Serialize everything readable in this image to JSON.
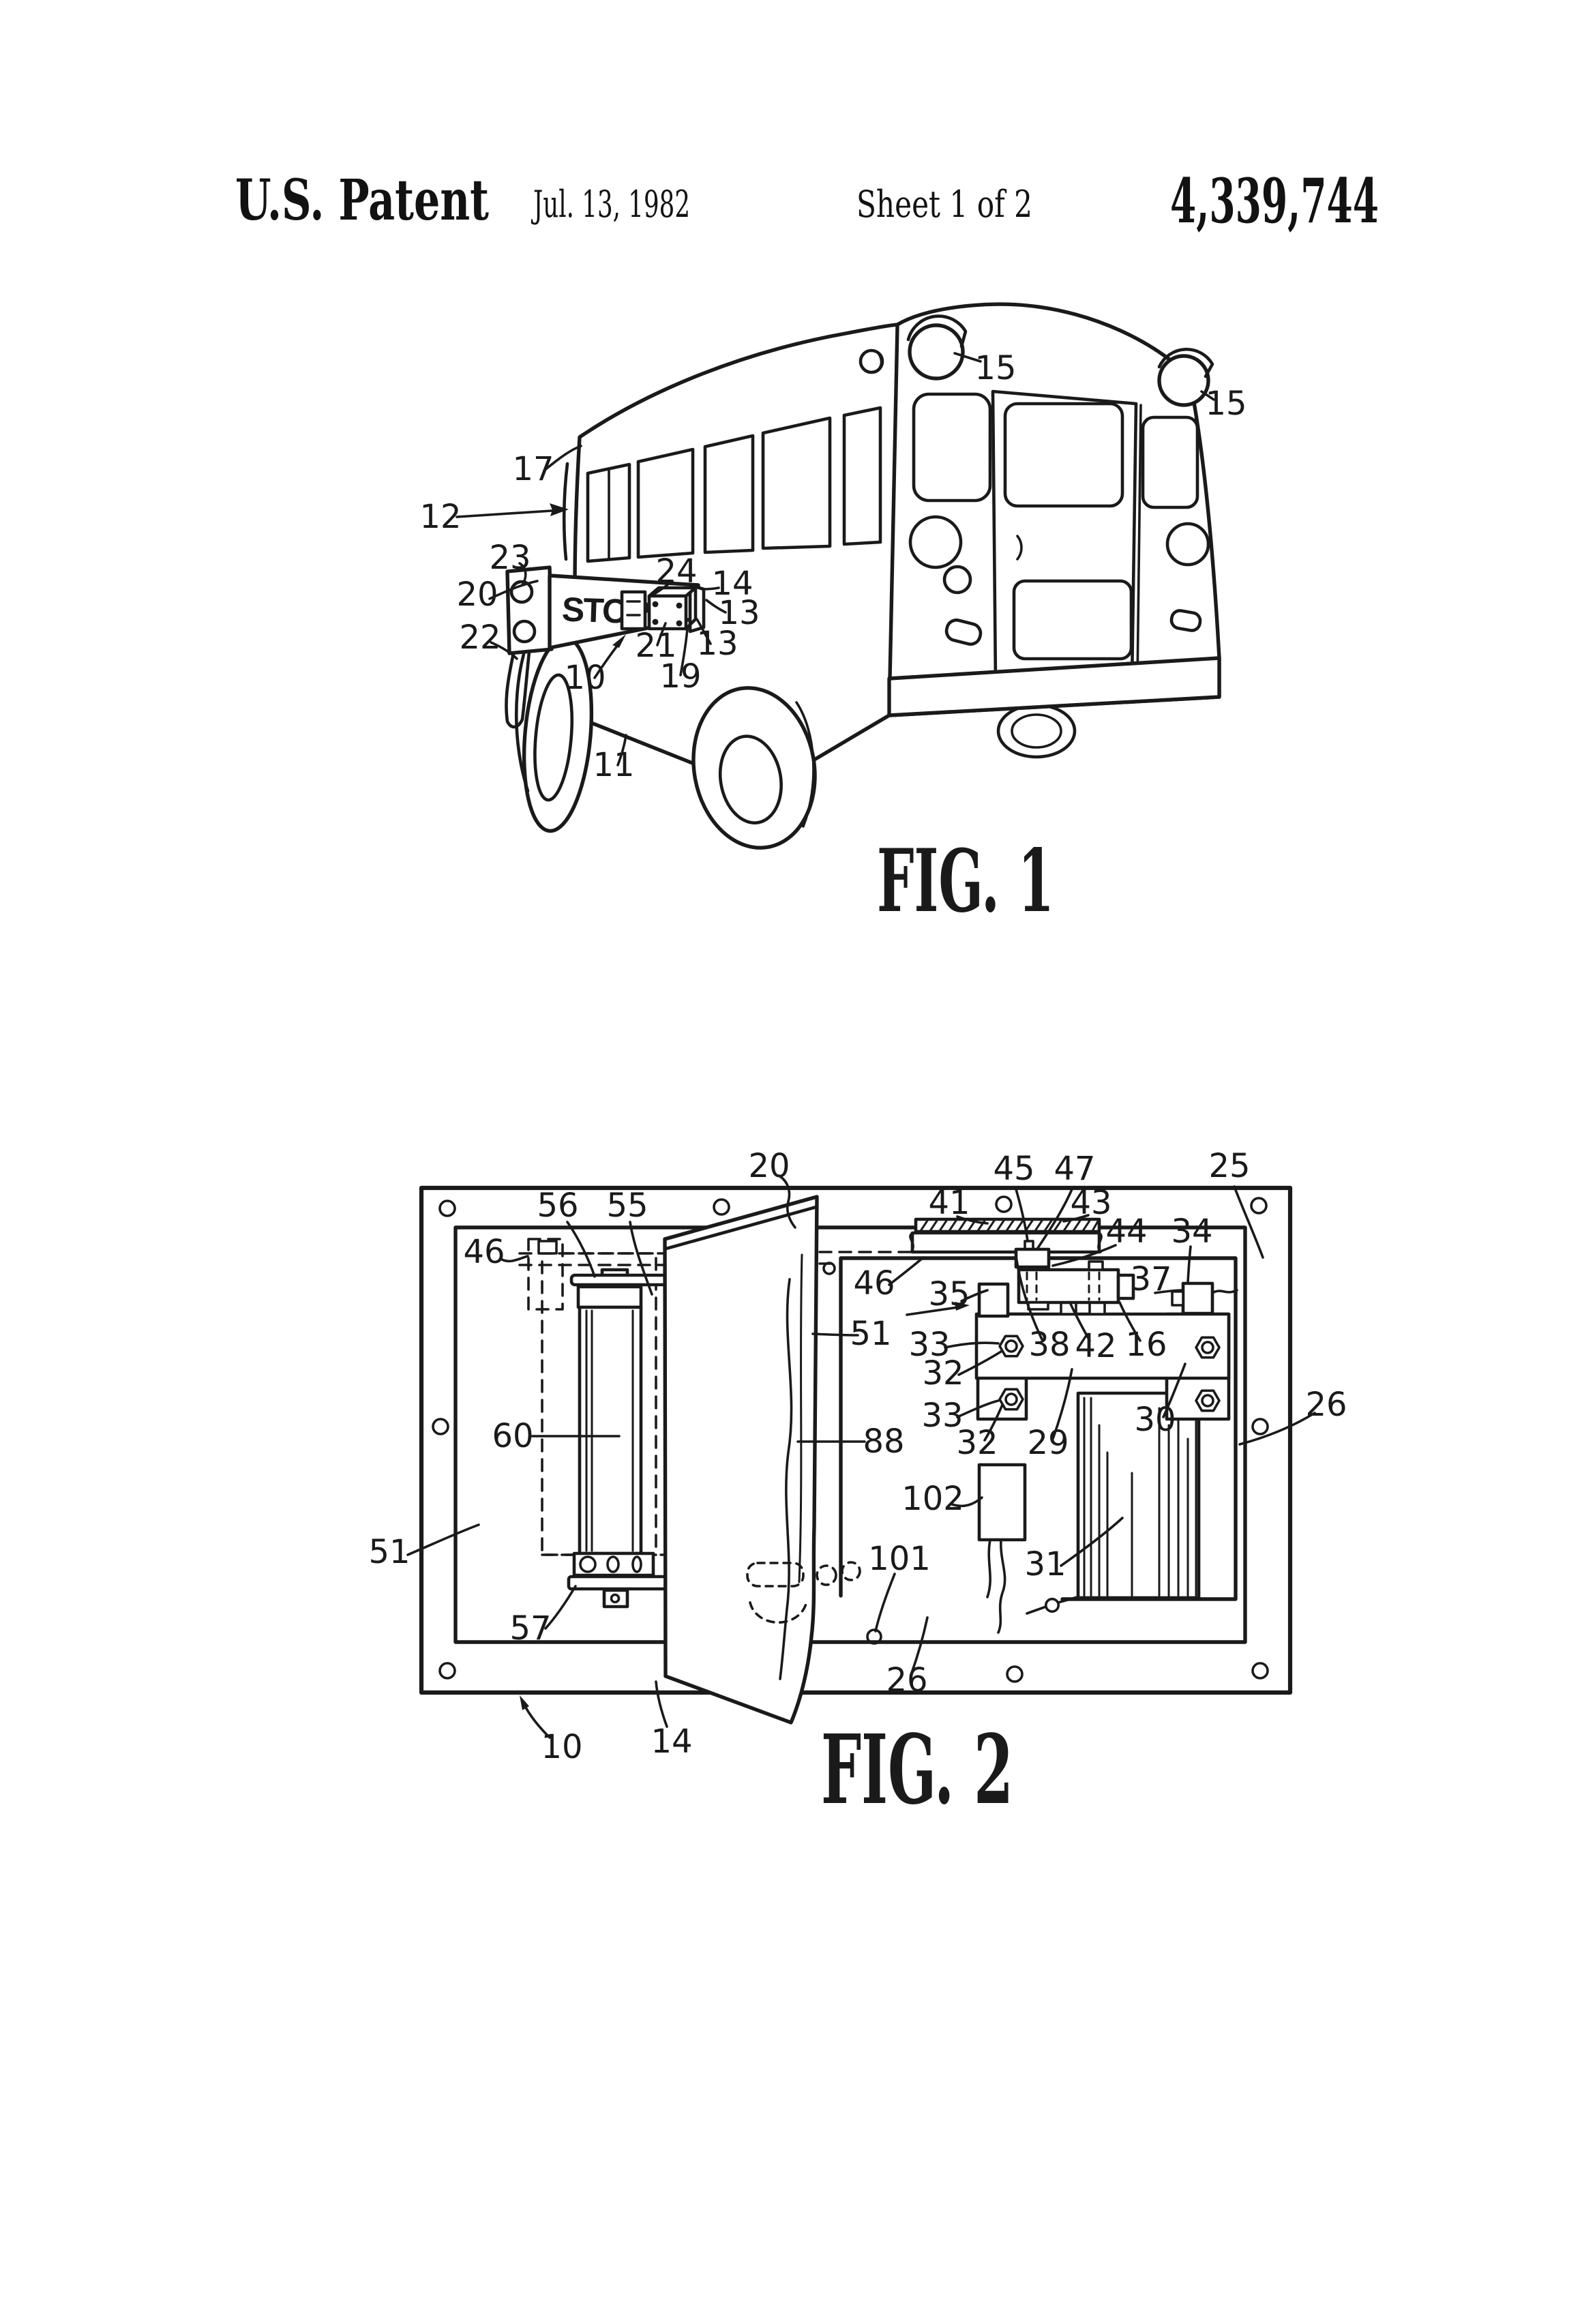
{
  "header": {
    "title": "U.S. Patent",
    "date": "Jul. 13, 1982",
    "sheet": "Sheet 1 of 2",
    "patent_number": "4,339,744"
  },
  "fig1": {
    "caption": "FIG. 1",
    "stop_sign": "STOP",
    "labels": [
      {
        "text": "15"
      },
      {
        "text": "15"
      },
      {
        "text": "17"
      },
      {
        "text": "12"
      },
      {
        "text": "23"
      },
      {
        "text": "20"
      },
      {
        "text": "22"
      },
      {
        "text": "24"
      },
      {
        "text": "14"
      },
      {
        "text": "13"
      },
      {
        "text": "13"
      },
      {
        "text": "21"
      },
      {
        "text": "19"
      },
      {
        "text": "10"
      },
      {
        "text": "11"
      }
    ]
  },
  "fig2": {
    "caption": "FIG. 2",
    "labels": [
      {
        "text": "20"
      },
      {
        "text": "45"
      },
      {
        "text": "47"
      },
      {
        "text": "25"
      },
      {
        "text": "41"
      },
      {
        "text": "43"
      },
      {
        "text": "56"
      },
      {
        "text": "55"
      },
      {
        "text": "44"
      },
      {
        "text": "34"
      },
      {
        "text": "46"
      },
      {
        "text": "46"
      },
      {
        "text": "35"
      },
      {
        "text": "37"
      },
      {
        "text": "51"
      },
      {
        "text": "33"
      },
      {
        "text": "38"
      },
      {
        "text": "42"
      },
      {
        "text": "16"
      },
      {
        "text": "32"
      },
      {
        "text": "33"
      },
      {
        "text": "60"
      },
      {
        "text": "88"
      },
      {
        "text": "26"
      },
      {
        "text": "32"
      },
      {
        "text": "29"
      },
      {
        "text": "30"
      },
      {
        "text": "102"
      },
      {
        "text": "101"
      },
      {
        "text": "31"
      },
      {
        "text": "51"
      },
      {
        "text": "57"
      },
      {
        "text": "10"
      },
      {
        "text": "14"
      },
      {
        "text": "26"
      }
    ]
  },
  "colors": {
    "ink": "#1a1a1a",
    "paper": "#ffffff"
  }
}
